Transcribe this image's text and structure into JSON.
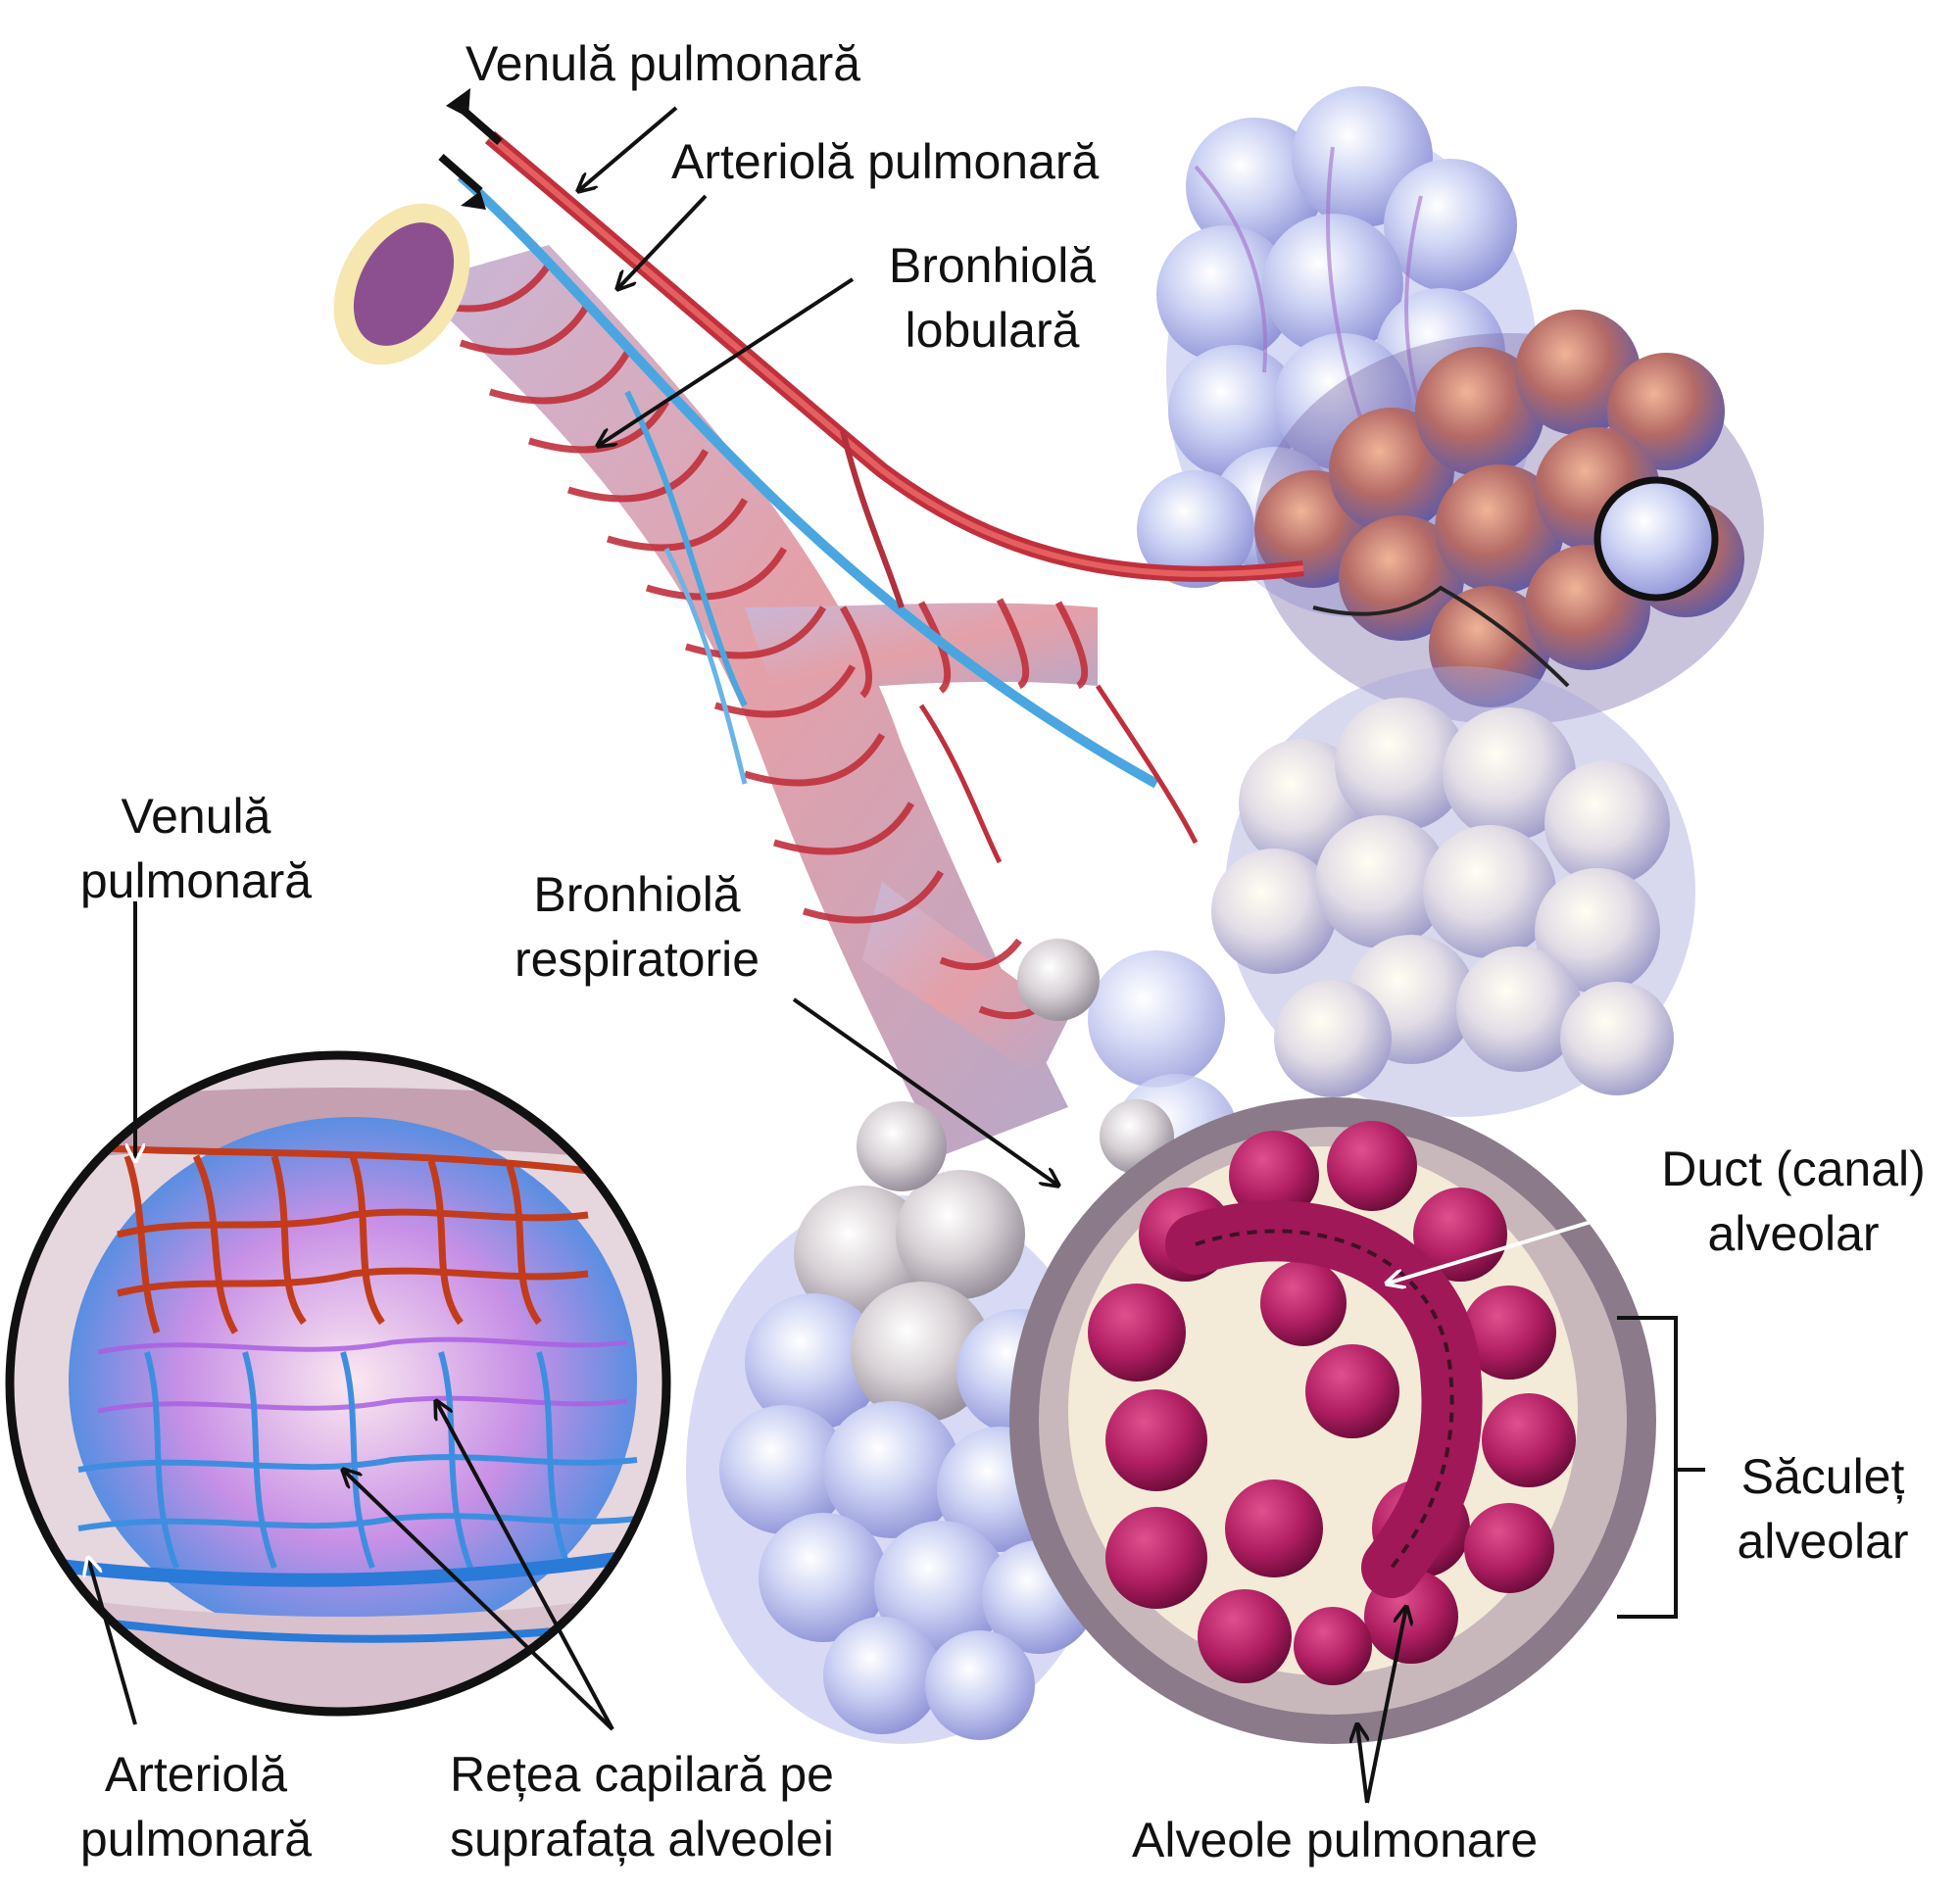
{
  "labels": {
    "venula_top": "Venulă pulmonară",
    "arteriola_top": "Arteriolă pulmonară",
    "bronhiola_lobulara": [
      "Bronhiolă",
      "lobulară"
    ],
    "venula_inset": [
      "Venulă",
      "pulmonară"
    ],
    "bronhiola_respiratorie": [
      "Bronhiolă",
      "respiratorie"
    ],
    "duct_alveolar": [
      "Duct (canal)",
      "alveolar"
    ],
    "saculet_alveolar": [
      "Săculeț",
      "alveolar"
    ],
    "arteriola_inset": [
      "Arteriolă",
      "pulmonară"
    ],
    "retea_capilara": [
      "Rețea capilară pe",
      "suprafața alveolei"
    ],
    "alveole_pulmonare": "Alveole pulmonare"
  },
  "colors": {
    "artery_red": "#c0303c",
    "vein_blue": "#4aa6e0",
    "alveolus_lavender": "#b8c0ec",
    "alveolus_magenta": "#b01e62",
    "bronchiole_pink": "#d4606c",
    "label_text": "#111111"
  }
}
